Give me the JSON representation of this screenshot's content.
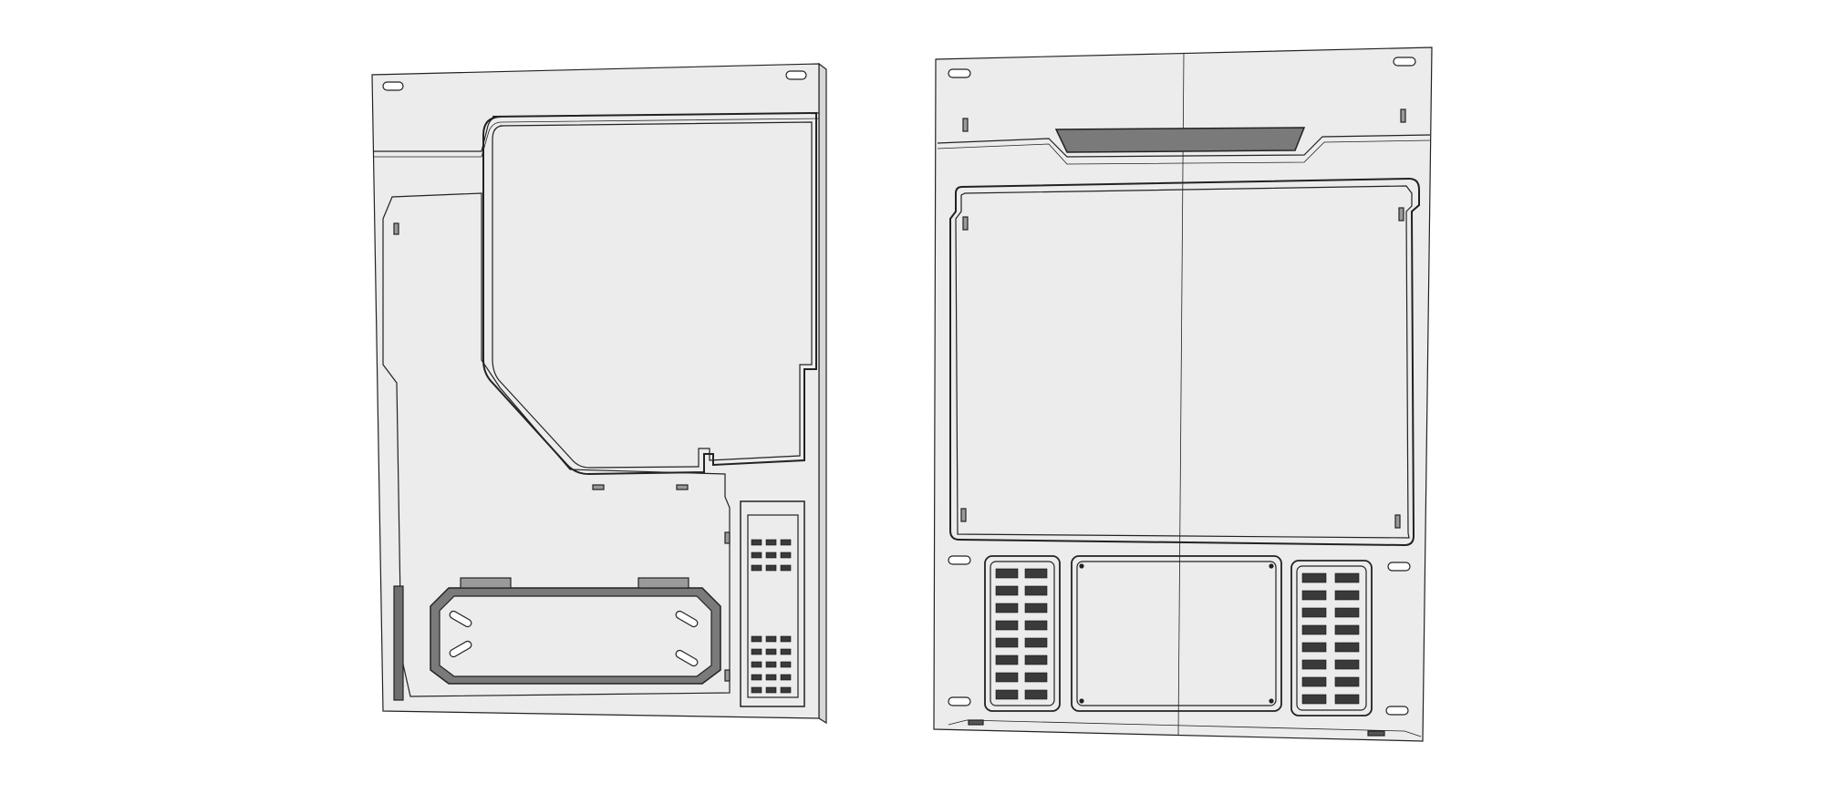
{
  "views": [
    {
      "label": "left-panel-view"
    },
    {
      "label": "right-panel-view"
    }
  ],
  "colors": {
    "background": "#ffffff",
    "panel_face": "#ececec",
    "panel_side": "#d8d8d8",
    "outline": "#222222",
    "accent_dark": "#6e6e6e",
    "vent_slot": "#3a3a3a"
  },
  "right_panel": {
    "vent_columns": 2,
    "vent_rows_per_bank": 8
  },
  "left_panel": {
    "vent_rows_upper": 3,
    "vent_rows_lower": 5
  }
}
